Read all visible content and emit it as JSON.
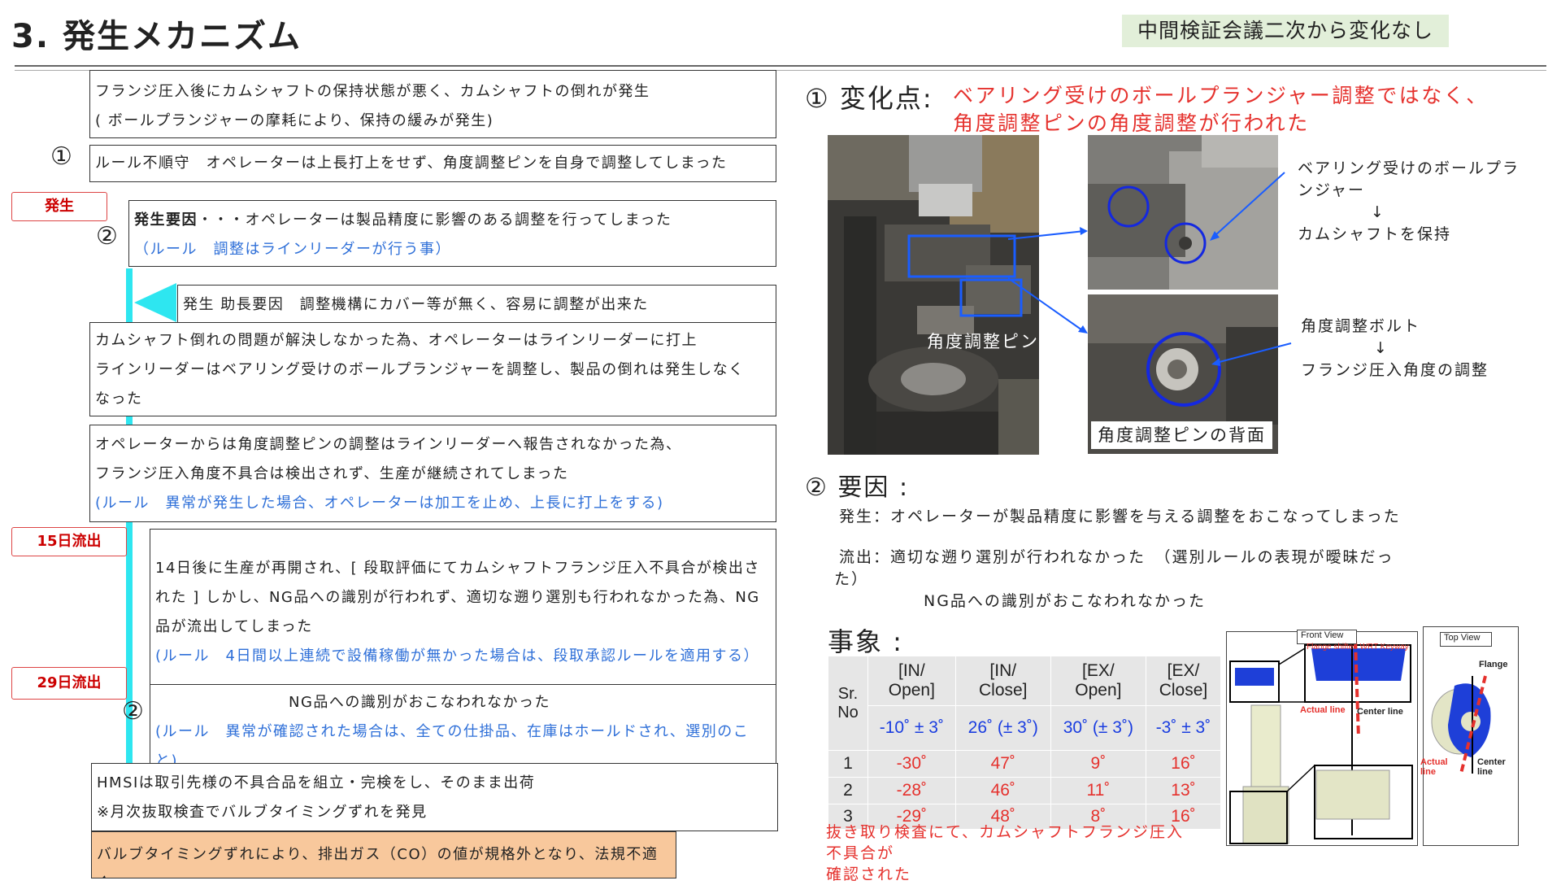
{
  "header": {
    "title": "3. 発生メカニズム",
    "badge": "中間検証会議二次から変化なし",
    "badge_bg": "#e2efd9"
  },
  "callouts": {
    "occurrence": "発生",
    "outflow15": "15日流出",
    "outflow29": "29日流出"
  },
  "markers": {
    "one": "①",
    "two": "②"
  },
  "flow": {
    "box1_line1": "フランジ圧入後にカムシャフトの保持状態が悪く、カムシャフトの倒れが発生",
    "box1_line2": "( ボールプランジャーの摩耗により、保持の緩みが発生)",
    "box2": "ルール不順守　オペレーターは上長打上をせず、角度調整ピンを自身で調整してしまった",
    "box3_bold": "発生要因",
    "box3_rest": "・・・オペレーターは製品精度に影響のある調整を行ってしまった",
    "box3_line2": "（ルール　調整はラインリーダーが行う事）",
    "box4": "発生 助長要因　調整機構にカバー等が無く、容易に調整が出来た",
    "box5_line1": "カムシャフト倒れの問題が解決しなかった為、オペレーターはラインリーダーに打上",
    "box5_line2": "ラインリーダーはベアリング受けのボールプランジャーを調整し、製品の倒れは発生しなく",
    "box5_line3": "なった",
    "box6_line1": "オペレーターからは角度調整ピンの調整はラインリーダーへ報告されなかった為、",
    "box6_line2": "フランジ圧入角度不具合は検出されず、生産が継続されてしまった",
    "box6_line3": "(ルール　異常が発生した場合、オペレーターは加工を止め、上長に打上をする)",
    "box7_line1": "14日後に生産が再開され、[ 段取評価にてカムシャフトフランジ圧入不具合が検出さ",
    "box7_line2": "れた ] しかし、NG品への識別が行われず、適切な遡り選別も行われなかった為、NG",
    "box7_line3": "品が流出してしまった",
    "box7_line4": "(ルール　4日間以上連続で設備稼働が無かった場合は、段取承認ルールを適用する）",
    "box8_line1": "NG品への識別がおこなわれなかった",
    "box8_line2": "(ルール　異常が確認された場合は、全ての仕掛品、在庫はホールドされ、選別のこ",
    "box8_line3": "と)",
    "box9_line1": "HMSIは取引先様の不具合品を組立・完検をし、そのまま出荷",
    "box9_line2": "※月次抜取検査でバルブタイミングずれを発見",
    "box10_line1": "バルブタイミングずれにより、排出ガス（CO）の値が規格外となり、法規不適",
    "box10_line2": "合",
    "box10_bg": "#f8c89c"
  },
  "change": {
    "heading": "① 変化点:",
    "desc_line1": "ベアリング受けのボールプランジャー調整ではなく、",
    "desc_line2": "角度調整ピンの角度調整が行われた",
    "photo_label_pin": "角度調整ピン",
    "photo_label_back": "角度調整ピンの背面",
    "note1_line1": "ベアリング受けのボールプラ",
    "note1_line2": "ンジャー",
    "note1_arrow": "↓",
    "note1_line3": "カムシャフトを保持",
    "note2_line1": "角度調整ボルト",
    "note2_arrow": "↓",
    "note2_line2": "フランジ圧入角度の調整"
  },
  "cause": {
    "heading": "② 要因 :",
    "line1": "発生：オペレーターが製品精度に影響を与える調整をおこなってしまった",
    "line2": "流出：適切な遡り選別が行われなかった　（選別ルールの表現が曖昧だっ",
    "line2b": "た）",
    "line3": "NG品への識別がおこなわれなかった"
  },
  "event": {
    "heading": "事象 :",
    "note_line1": "抜き取り検査にて、カムシャフトフランジ圧入",
    "note_line2": "不具合が",
    "note_line3": "確認された",
    "table": {
      "corner": "Sr.\nNo",
      "headers": [
        "[IN/\nOpen]",
        "[IN/\nClose]",
        "[EX/\nOpen]",
        "[EX/\nClose]"
      ],
      "specs": [
        "-10˚ ± 3˚",
        "26˚ (± 3˚)",
        "30˚ (± 3˚)",
        "-3˚ ± 3˚"
      ],
      "rows": [
        {
          "no": "1",
          "values": [
            "-30˚",
            "47˚",
            "9˚",
            "16˚"
          ]
        },
        {
          "no": "2",
          "values": [
            "-28˚",
            "46˚",
            "11˚",
            "13˚"
          ]
        },
        {
          "no": "3",
          "values": [
            "-29˚",
            "48˚",
            "8˚",
            "16˚"
          ]
        }
      ]
    },
    "diagram": {
      "front_view": "Front  View",
      "flange_shift": "Flange shifted WRT Keyway",
      "actual_line": "Actual line",
      "center_line": "Center line",
      "top_view": "Top View",
      "flange": "Flange",
      "actual": "Actual\nline",
      "center": "Center\nline"
    }
  },
  "colors": {
    "accent_cyan": "#2ee6f0",
    "blue_text": "#2e6fd8",
    "red_text": "#e5312d",
    "circle_blue": "#1428e0"
  }
}
